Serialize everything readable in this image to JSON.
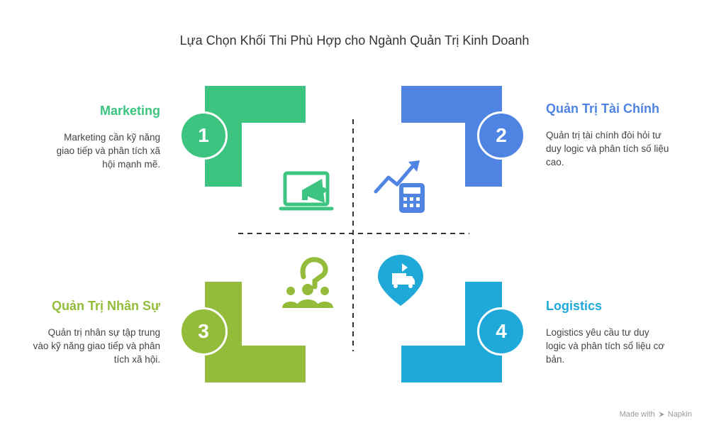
{
  "title": "Lựa Chọn Khối Thi Phù Hợp cho Ngành Quản Trị Kinh Doanh",
  "quadrants": [
    {
      "number": "1",
      "heading": "Marketing",
      "description": "Marketing cần kỹ năng giao tiếp và phân tích xã hội mạnh mẽ.",
      "color": "#3DC481",
      "icon": "megaphone-laptop-icon"
    },
    {
      "number": "2",
      "heading": "Quản Trị Tài Chính",
      "description": "Quản trị tài chính đòi hỏi tư duy logic và phân tích số liệu cao.",
      "color": "#4F84E3",
      "icon": "growth-calculator-icon"
    },
    {
      "number": "3",
      "heading": "Quản Trị Nhân Sự",
      "description": "Quản trị nhân sự tập trung vào kỹ năng giao tiếp và phân tích xã hội.",
      "color": "#93BC3B",
      "icon": "team-question-icon"
    },
    {
      "number": "4",
      "heading": "Logistics",
      "description": "Logistics yêu cầu tư duy logic và phân tích số liệu cơ bản.",
      "color": "#1FA9D9",
      "icon": "delivery-location-icon"
    }
  ],
  "footer": {
    "made_with": "Made with",
    "brand": "Napkin"
  }
}
